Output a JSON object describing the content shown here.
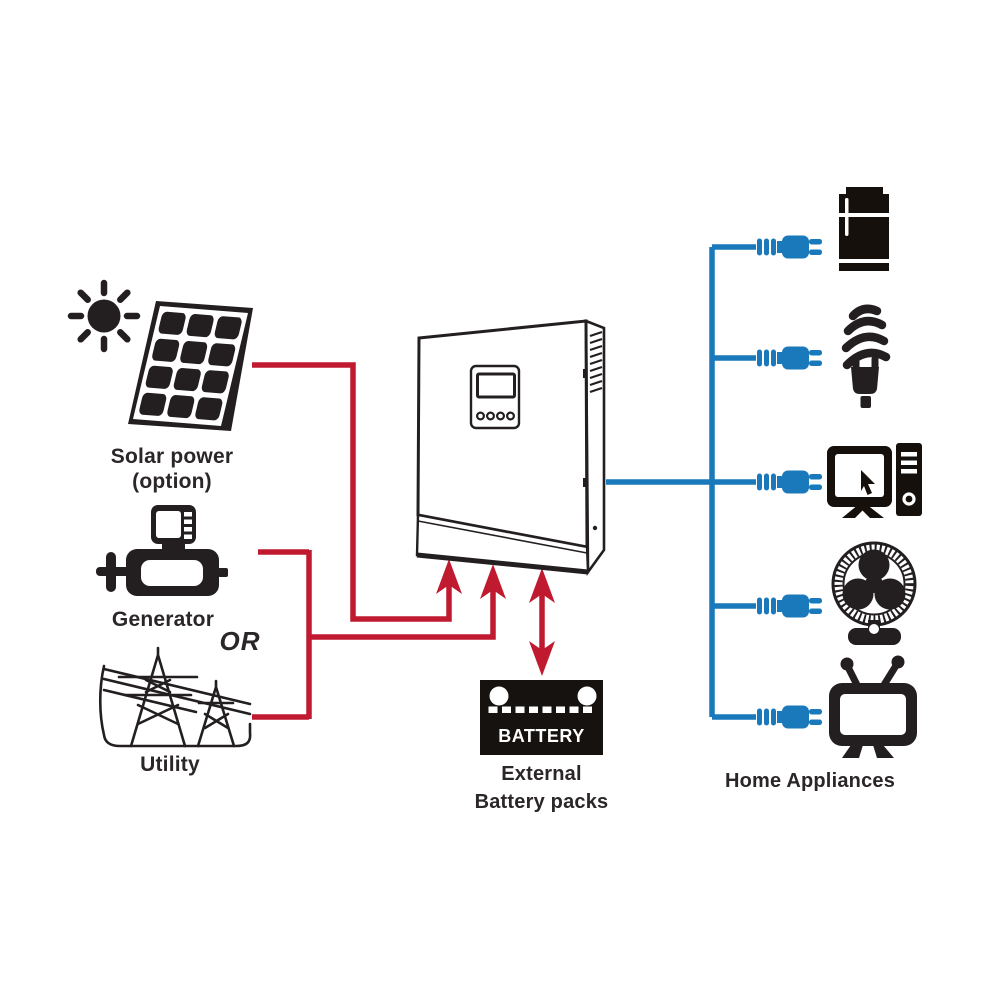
{
  "labels": {
    "solar_line1": "Solar power",
    "solar_line2": "(option)",
    "generator": "Generator",
    "or": "OR",
    "utility": "Utility",
    "battery": "BATTERY",
    "external_line1": "External",
    "external_line2": "Battery packs",
    "home_appliances": "Home Appliances"
  },
  "colors": {
    "connector_red": "#c01a30",
    "connector_blue": "#1a79bb",
    "artwork_ink": "#231f20",
    "text_ink": "#2b2627",
    "background": "#ffffff"
  },
  "icons": [
    "sun-icon",
    "solar-panel-icon",
    "generator-icon",
    "utility-towers-icon",
    "inverter-icon",
    "battery-icon",
    "plug-icon",
    "refrigerator-icon",
    "cfl-bulb-icon",
    "computer-icon",
    "fan-icon",
    "tv-icon"
  ],
  "diagram": {
    "type": "system-wiring-diagram",
    "nodes": [
      {
        "id": "solar",
        "label": "Solar power (option)"
      },
      {
        "id": "generator",
        "label": "Generator"
      },
      {
        "id": "utility",
        "label": "Utility"
      },
      {
        "id": "inverter",
        "label": ""
      },
      {
        "id": "battery",
        "label": "External Battery packs"
      },
      {
        "id": "appliances",
        "label": "Home Appliances"
      }
    ],
    "edges": [
      {
        "from": "solar",
        "to": "inverter",
        "color": "red",
        "style": "arrow"
      },
      {
        "from": "generator",
        "to": "inverter",
        "color": "red",
        "style": "arrow",
        "relation": "OR with utility"
      },
      {
        "from": "utility",
        "to": "inverter",
        "color": "red",
        "style": "arrow",
        "relation": "OR with generator"
      },
      {
        "from": "inverter",
        "to": "battery",
        "color": "red",
        "style": "double-arrow"
      },
      {
        "from": "inverter",
        "to": "refrigerator",
        "color": "blue",
        "style": "plug"
      },
      {
        "from": "inverter",
        "to": "cfl-bulb",
        "color": "blue",
        "style": "plug"
      },
      {
        "from": "inverter",
        "to": "computer",
        "color": "blue",
        "style": "plug"
      },
      {
        "from": "inverter",
        "to": "fan",
        "color": "blue",
        "style": "plug"
      },
      {
        "from": "inverter",
        "to": "tv",
        "color": "blue",
        "style": "plug"
      }
    ]
  }
}
